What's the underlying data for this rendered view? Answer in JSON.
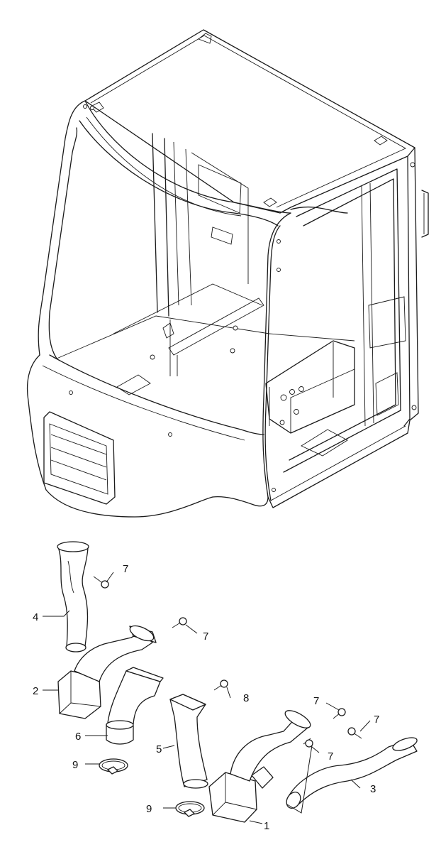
{
  "callouts": {
    "c1": "1",
    "c2": "2",
    "c3": "3",
    "c4": "4",
    "c5": "5",
    "c6": "6",
    "c7a": "7",
    "c7b": "7",
    "c7c": "7",
    "c7d": "7",
    "c7e": "7",
    "c8": "8",
    "c9a": "9",
    "c9b": "9"
  }
}
